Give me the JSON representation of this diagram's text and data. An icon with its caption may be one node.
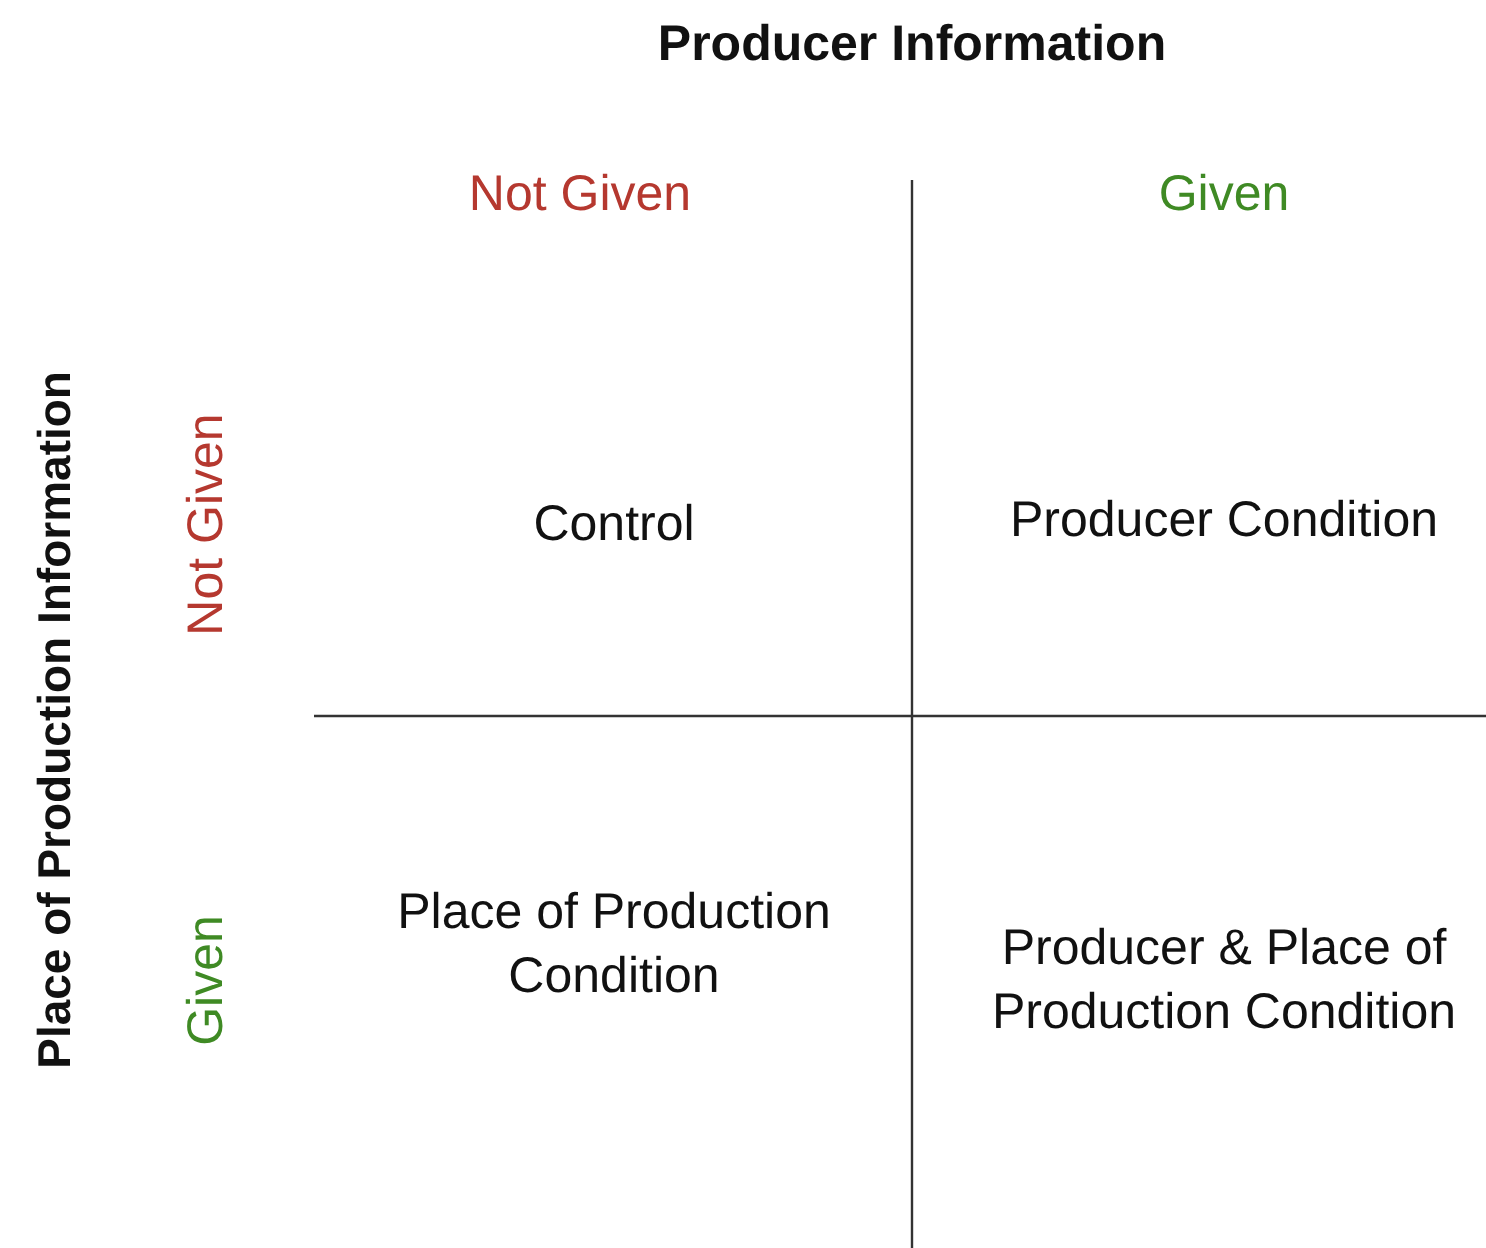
{
  "diagram": {
    "labels": [
      "Producer Information",
      "Not Given",
      "Given",
      "Place of Production Information",
      "Not Given",
      "Control",
      "Producer Condition",
      "Given",
      "Place of Production Condition",
      "Producer & Place of Production Condition"
    ]
  }
}
